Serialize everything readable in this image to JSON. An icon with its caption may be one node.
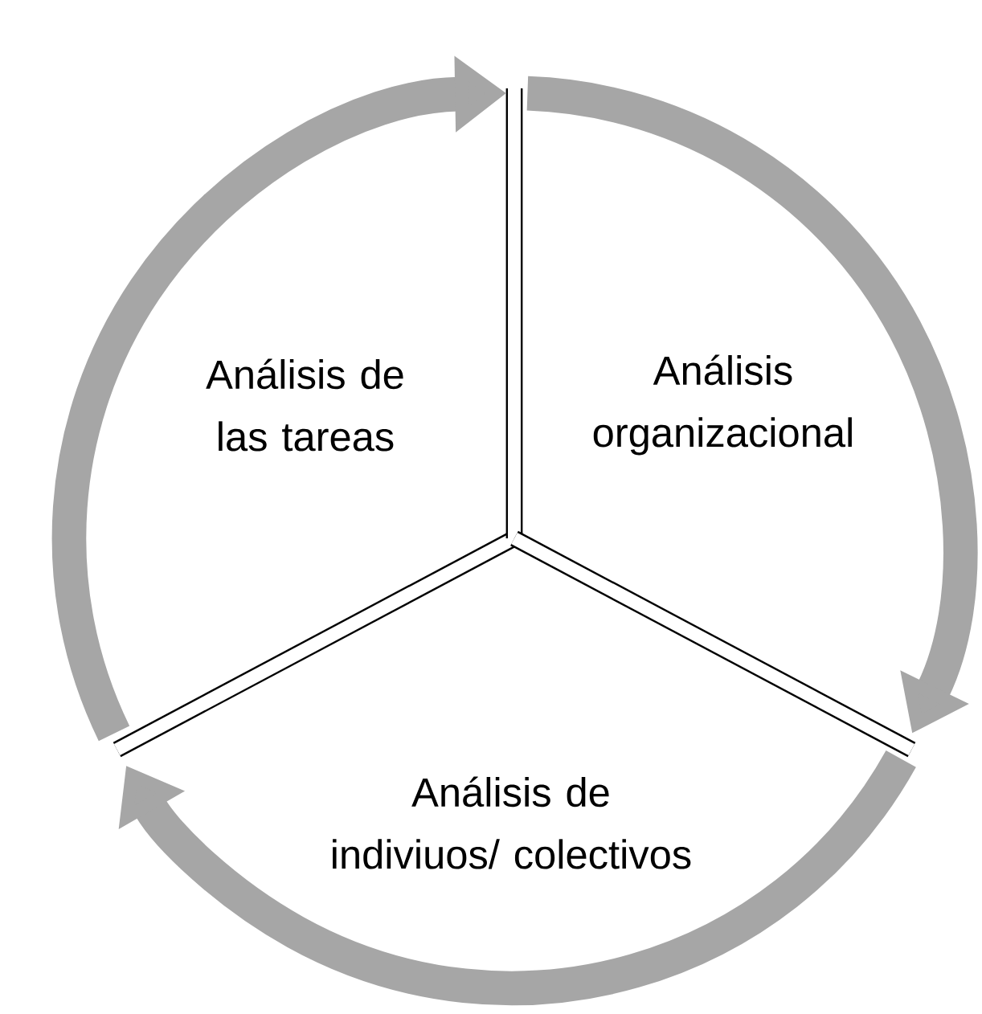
{
  "diagram": {
    "nodes": [
      {
        "text": [
          "Análisis de las tareas"
        ]
      },
      {
        "text": [
          "Análisis organizacional"
        ]
      },
      {
        "text": [
          "Análisis de indiviuos/ colectivos"
        ]
      }
    ],
    "edges": [
      {
        "from": 0,
        "to": 1,
        "arrow": "to"
      },
      {
        "from": 1,
        "to": 2,
        "arrow": "to"
      },
      {
        "from": 2,
        "to": 0,
        "arrow": "to"
      }
    ]
  }
}
